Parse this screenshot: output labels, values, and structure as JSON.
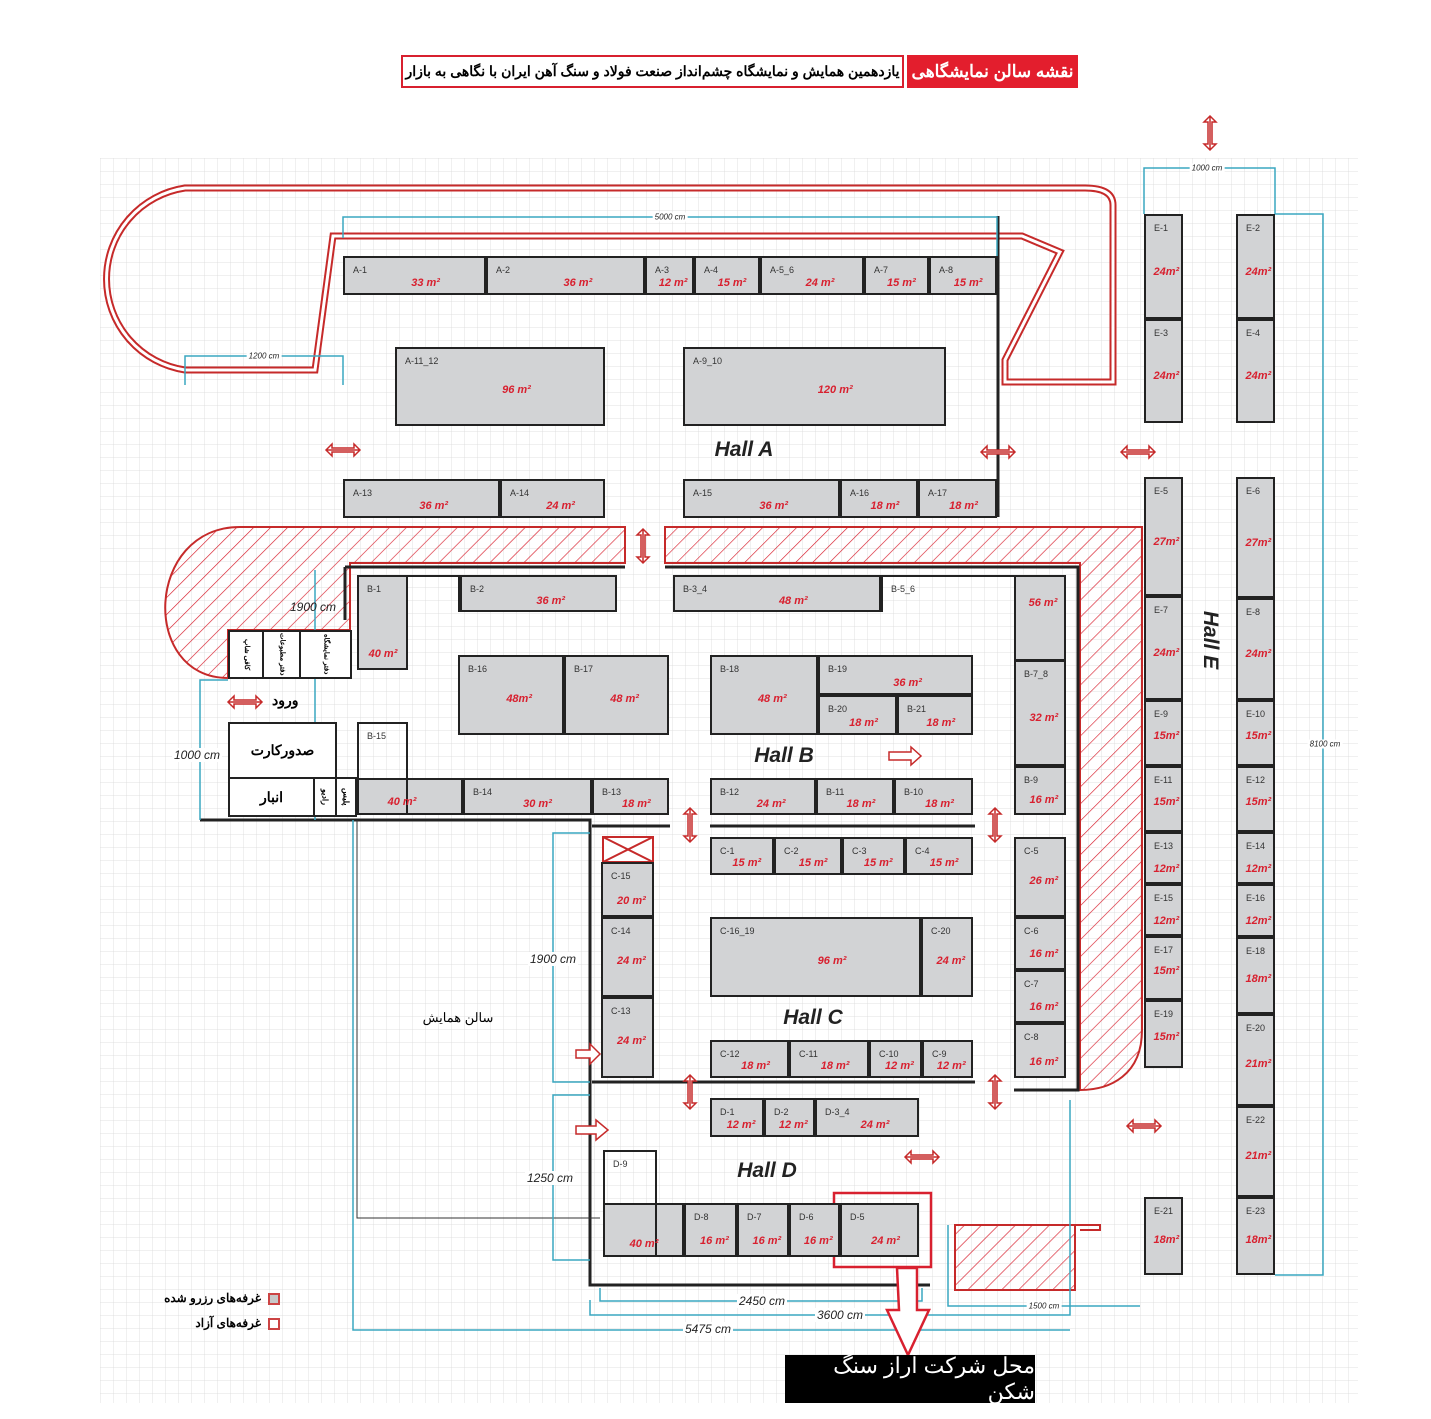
{
  "header": {
    "badge": "نقشه سالن نمایشگاهی",
    "title": "یازدهمین همایش و نمایشگاه چشم‌انداز صنعت فولاد و سنگ آهن ایران با نگاهی به بازار"
  },
  "colors": {
    "accent": "#e31e2d",
    "booth_fill": "#d2d3d5",
    "dimension": "#3aa7c0"
  },
  "halls": [
    {
      "label": "Hall A"
    },
    {
      "label": "Hall B"
    },
    {
      "label": "Hall C"
    },
    {
      "label": "Hall D"
    },
    {
      "label": "Hall E"
    }
  ],
  "booths": [
    {
      "id": "A-1",
      "area": "33 m²"
    },
    {
      "id": "A-2",
      "area": "36 m²"
    },
    {
      "id": "A-3",
      "area": "12 m²"
    },
    {
      "id": "A-4",
      "area": "15 m²"
    },
    {
      "id": "A-5_6",
      "area": "24 m²"
    },
    {
      "id": "A-7",
      "area": "15 m²"
    },
    {
      "id": "A-8",
      "area": "15 m²"
    },
    {
      "id": "A-11_12",
      "area": "96 m²"
    },
    {
      "id": "A-9_10",
      "area": "120 m²"
    },
    {
      "id": "A-13",
      "area": "36 m²"
    },
    {
      "id": "A-14",
      "area": "24 m²"
    },
    {
      "id": "A-15",
      "area": "36 m²"
    },
    {
      "id": "A-16",
      "area": "18 m²"
    },
    {
      "id": "A-17",
      "area": "18 m²"
    },
    {
      "id": "B-1",
      "area": "40 m²"
    },
    {
      "id": "B-2",
      "area": "36 m²"
    },
    {
      "id": "B-3_4",
      "area": "48 m²"
    },
    {
      "id": "B-5_6",
      "area": "56 m²"
    },
    {
      "id": "B-7_8",
      "area": "32 m²"
    },
    {
      "id": "B-9",
      "area": "16 m²"
    },
    {
      "id": "B-16",
      "area": "48m²"
    },
    {
      "id": "B-17",
      "area": "48 m²"
    },
    {
      "id": "B-18",
      "area": "48 m²"
    },
    {
      "id": "B-19",
      "area": "36 m²"
    },
    {
      "id": "B-20",
      "area": "18 m²"
    },
    {
      "id": "B-21",
      "area": "18 m²"
    },
    {
      "id": "B-15",
      "area": "40 m²"
    },
    {
      "id": "B-14",
      "area": "30 m²"
    },
    {
      "id": "B-13",
      "area": "18 m²"
    },
    {
      "id": "B-12",
      "area": "24 m²"
    },
    {
      "id": "B-11",
      "area": "18 m²"
    },
    {
      "id": "B-10",
      "area": "18 m²"
    },
    {
      "id": "C-1",
      "area": "15 m²"
    },
    {
      "id": "C-2",
      "area": "15 m²"
    },
    {
      "id": "C-3",
      "area": "15 m²"
    },
    {
      "id": "C-4",
      "area": "15 m²"
    },
    {
      "id": "C-15",
      "area": "20 m²"
    },
    {
      "id": "C-14",
      "area": "24 m²"
    },
    {
      "id": "C-13",
      "area": "24 m²"
    },
    {
      "id": "C-16_19",
      "area": "96 m²"
    },
    {
      "id": "C-20",
      "area": "24 m²"
    },
    {
      "id": "C-12",
      "area": "18 m²"
    },
    {
      "id": "C-11",
      "area": "18 m²"
    },
    {
      "id": "C-10",
      "area": "12 m²"
    },
    {
      "id": "C-9",
      "area": "12 m²"
    },
    {
      "id": "C-5",
      "area": "26 m²"
    },
    {
      "id": "C-6",
      "area": "16 m²"
    },
    {
      "id": "C-7",
      "area": "16 m²"
    },
    {
      "id": "C-8",
      "area": "16 m²"
    },
    {
      "id": "D-1",
      "area": "12 m²"
    },
    {
      "id": "D-2",
      "area": "12 m²"
    },
    {
      "id": "D-3_4",
      "area": "24 m²"
    },
    {
      "id": "D-9",
      "area": "40 m²"
    },
    {
      "id": "D-8",
      "area": "16 m²"
    },
    {
      "id": "D-7",
      "area": "16 m²"
    },
    {
      "id": "D-6",
      "area": "16 m²"
    },
    {
      "id": "D-5",
      "area": "24 m²"
    },
    {
      "id": "E-1",
      "area": "24m²"
    },
    {
      "id": "E-3",
      "area": "24m²"
    },
    {
      "id": "E-2",
      "area": "24m²"
    },
    {
      "id": "E-4",
      "area": "24m²"
    },
    {
      "id": "E-5",
      "area": "27m²"
    },
    {
      "id": "E-7",
      "area": "24m²"
    },
    {
      "id": "E-9",
      "area": "15m²"
    },
    {
      "id": "E-11",
      "area": "15m²"
    },
    {
      "id": "E-13",
      "area": "12m²"
    },
    {
      "id": "E-15",
      "area": "12m²"
    },
    {
      "id": "E-17",
      "area": "15m²"
    },
    {
      "id": "E-19",
      "area": "15m²"
    },
    {
      "id": "E-6",
      "area": "27m²"
    },
    {
      "id": "E-8",
      "area": "24m²"
    },
    {
      "id": "E-10",
      "area": "15m²"
    },
    {
      "id": "E-12",
      "area": "15m²"
    },
    {
      "id": "E-14",
      "area": "12m²"
    },
    {
      "id": "E-16",
      "area": "12m²"
    },
    {
      "id": "E-18",
      "area": "18m²"
    },
    {
      "id": "E-20",
      "area": "21m²"
    },
    {
      "id": "E-22",
      "area": "21m²"
    },
    {
      "id": "E-23",
      "area": "18m²"
    },
    {
      "id": "E-21",
      "area": "18m²"
    }
  ],
  "facilities": {
    "coffee_shop": "کافی شاپ",
    "press_office": "دفتر مطبوعات",
    "exhibition_office": "دفتر نمایشگاه",
    "entrance": "ورود",
    "card_issue": "صدورکارت",
    "storage": "انبار",
    "radio": "رادیو",
    "police": "پلیس",
    "conference_hall": "سالن همایش"
  },
  "dimensions": {
    "d5000": "5000 cm",
    "d1200": "1200 cm",
    "d1000_top": "1000 cm",
    "d8100": "8100 cm",
    "d1900_left": "1900 cm",
    "d1000_left": "1000 cm",
    "d1900_mid": "1900 cm",
    "d1250": "1250 cm",
    "d2450": "2450 cm",
    "d3600": "3600 cm",
    "d5475": "5475 cm",
    "d1500": "1500 cm"
  },
  "legend": {
    "reserved": "غرفه‌های رزرو شده",
    "free": "غرفه‌های آزاد"
  },
  "location_note": "محل شرکت آراز سنگ شکن"
}
